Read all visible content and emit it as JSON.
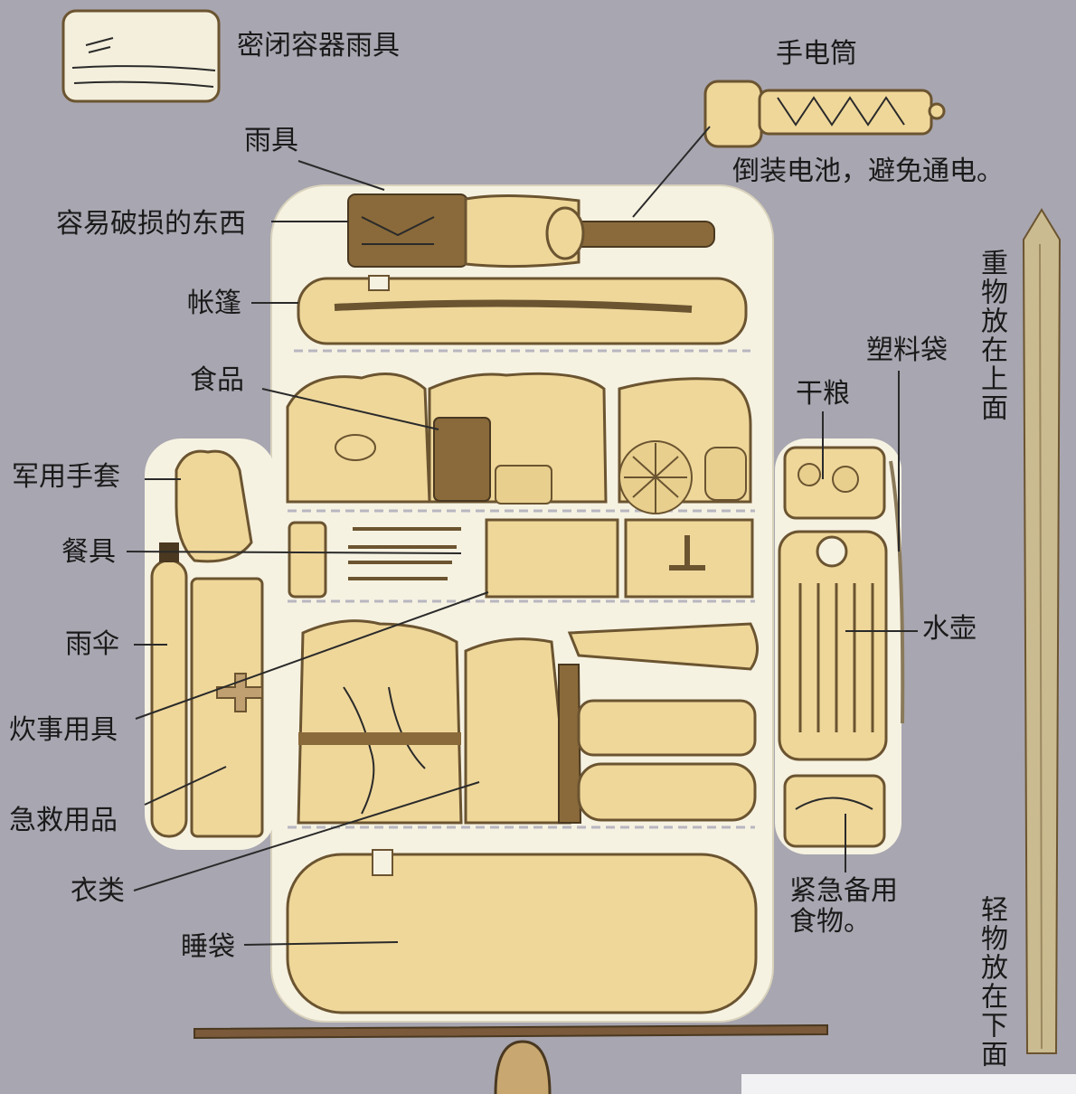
{
  "colors": {
    "background": "#a8a6b0",
    "pack_body": "#f6f2e2",
    "item_fill": "#efd79a",
    "outline": "#6b5430",
    "leader_line": "#2a2a2a"
  },
  "labels": {
    "sealed_raingear": "密闭容器雨具",
    "flashlight": "手电筒",
    "flashlight_note": "倒装电池，避免通电。",
    "raingear": "雨具",
    "fragile": "容易破损的东西",
    "tent": "帐篷",
    "food": "食品",
    "gloves": "军用手套",
    "tableware": "餐具",
    "umbrella": "雨伞",
    "cookware": "炊事用具",
    "first_aid": "急救用品",
    "clothing": "衣类",
    "sleeping_bag": "睡袋",
    "plastic_bag": "塑料袋",
    "dry_food": "干粮",
    "kettle": "水壶",
    "emergency_food_1": "紧急备用",
    "emergency_food_2": "食物。",
    "heavy_top": "重物放在上面",
    "light_bottom": "轻物放在下面"
  }
}
